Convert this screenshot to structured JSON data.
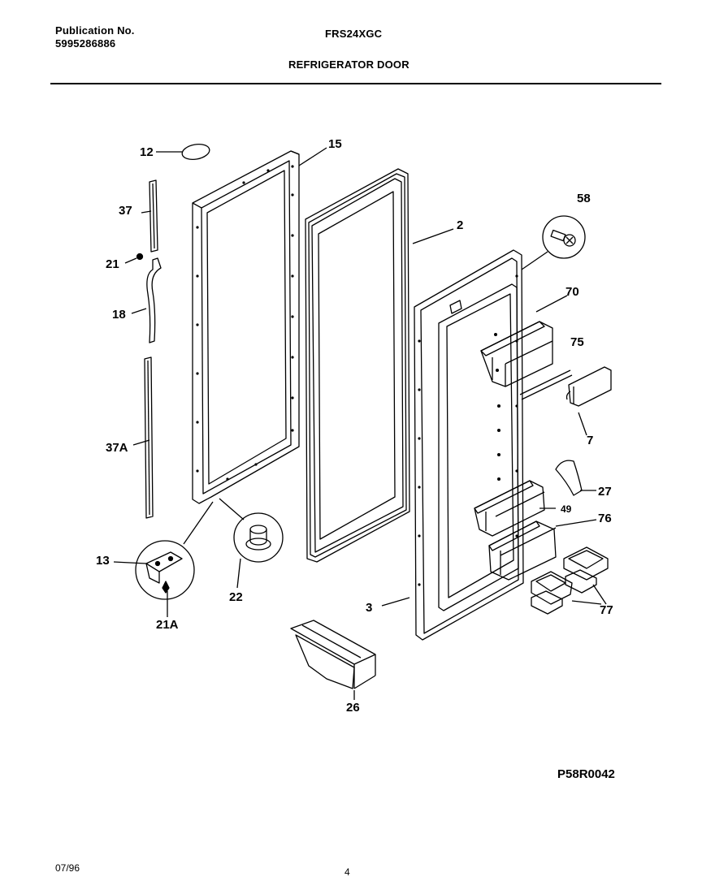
{
  "header": {
    "publication_label": "Publication No.",
    "publication_number": "5995286886",
    "model": "FRS24XGC",
    "title": "REFRIGERATOR DOOR"
  },
  "callouts": {
    "c12": "12",
    "c15": "15",
    "c37": "37",
    "c21": "21",
    "c18": "18",
    "c37a": "37A",
    "c13": "13",
    "c22": "22",
    "c21a": "21A",
    "c2": "2",
    "c58": "58",
    "c70": "70",
    "c75": "75",
    "c7": "7",
    "c27": "27",
    "c49": "49",
    "c76": "76",
    "c3": "3",
    "c77": "77",
    "c26": "26"
  },
  "footer": {
    "drawing_code": "P58R0042",
    "date": "07/96",
    "page": "4"
  }
}
